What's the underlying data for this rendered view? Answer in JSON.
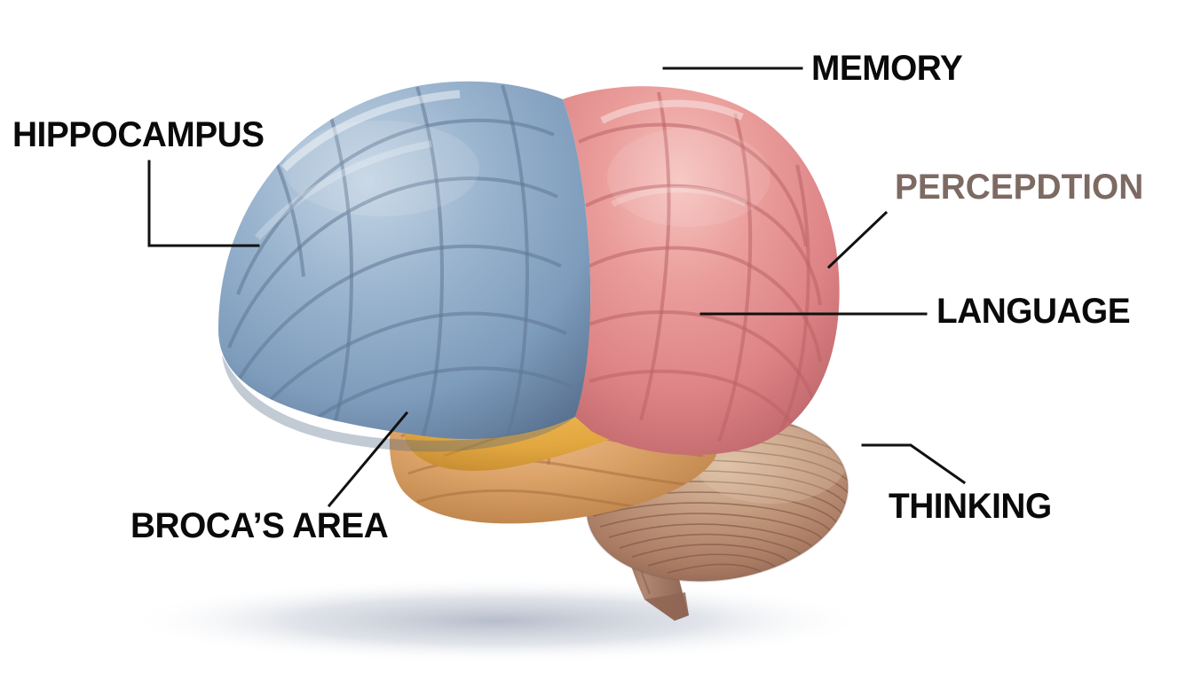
{
  "figure": {
    "subject": "human-brain-lateral-view",
    "background_color": "#ffffff",
    "shadow_color": "#8c96ad"
  },
  "regions": [
    {
      "id": "frontal-lobe",
      "name": "frontal lobe",
      "color": "#89a7c6",
      "shade_dark": "#5d7696",
      "shade_light": "#b7cadd"
    },
    {
      "id": "parietal-lobe",
      "name": "parietal lobe",
      "color": "#e08a8a",
      "shade_dark": "#c06a6e",
      "shade_light": "#f2b4b2"
    },
    {
      "id": "temporal-lobe",
      "name": "temporal lobe",
      "color": "#e9b04a",
      "shade_dark": "#c08a36",
      "shade_light": "#f5cd7e"
    },
    {
      "id": "temporal-pole",
      "name": "temporal pole",
      "color": "#d79a62",
      "shade_dark": "#b5773f",
      "shade_light": "#eab98b"
    },
    {
      "id": "cerebellum",
      "name": "cerebellum",
      "color": "#b88c72",
      "shade_dark": "#8d6451",
      "shade_light": "#ddc0a6"
    },
    {
      "id": "brainstem",
      "name": "brainstem",
      "color": "#a97c66",
      "shade_dark": "#7e5843",
      "shade_light": "#c49d86"
    }
  ],
  "labels": [
    {
      "id": "hippocampus",
      "text": "HIPPOCAMPUS",
      "color": "#0a0a0a",
      "leader": "elbow-down-right"
    },
    {
      "id": "memory",
      "text": "MEMORY",
      "color": "#0a0a0a",
      "leader": "horizontal-left"
    },
    {
      "id": "perception",
      "text": "PERCEPDTION",
      "color": "#7d6a63",
      "leader": "diagonal-down-left"
    },
    {
      "id": "language",
      "text": "LANGUAGE",
      "color": "#0a0a0a",
      "leader": "horizontal-left"
    },
    {
      "id": "brocas_area",
      "text": "BROCA’S AREA",
      "color": "#0a0a0a",
      "leader": "diagonal-up-right"
    },
    {
      "id": "thinking",
      "text": "THINKING",
      "color": "#0a0a0a",
      "leader": "elbow-left-up"
    }
  ],
  "leader_lines": {
    "stroke_color": "#111111",
    "stroke_width": 3
  }
}
